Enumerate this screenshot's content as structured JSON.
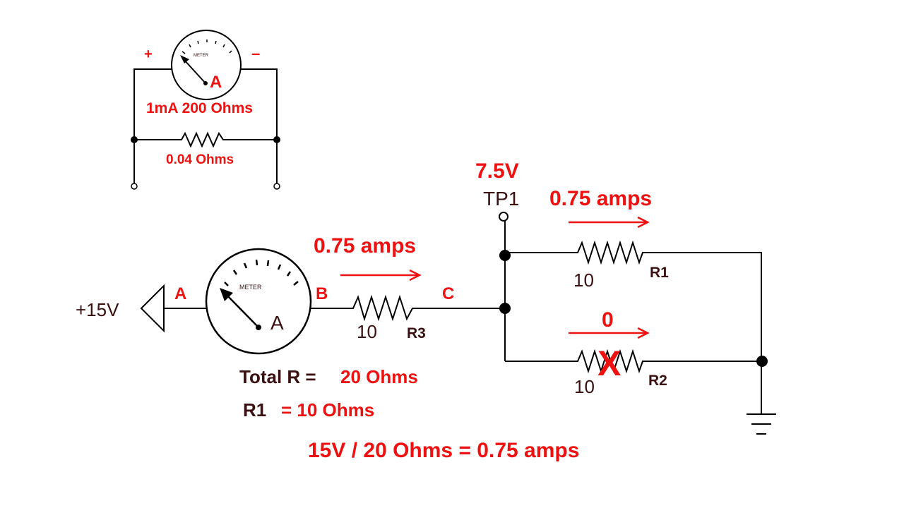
{
  "inset": {
    "plus": "+",
    "minus": "–",
    "meter_face": "METER",
    "meter_letter": "A",
    "meter_spec": "1mA 200 Ohms",
    "shunt_value": "0.04 Ohms"
  },
  "main": {
    "source_label": "+15V",
    "node_a": "A",
    "node_b": "B",
    "node_c": "C",
    "meter_face": "METER",
    "meter_letter": "A",
    "current_series": "0.75 amps",
    "r3_value": "10",
    "r3_name": "R3",
    "tp_voltage": "7.5V",
    "tp_name": "TP1",
    "current_r1": "0.75 amps",
    "r1_value": "10",
    "r1_name": "R1",
    "current_r2": "0",
    "open_mark": "X",
    "r2_value": "10",
    "r2_name": "R2"
  },
  "notes": {
    "total_r_label": "Total R =",
    "total_r_value": "20 Ohms",
    "r1_label": "R1",
    "r1_value": "= 10 Ohms",
    "equation": "15V / 20 Ohms = 0.75 amps"
  },
  "colors": {
    "accent_red": "#ee1111",
    "label_dark": "#3a1010",
    "wire": "#000000"
  }
}
